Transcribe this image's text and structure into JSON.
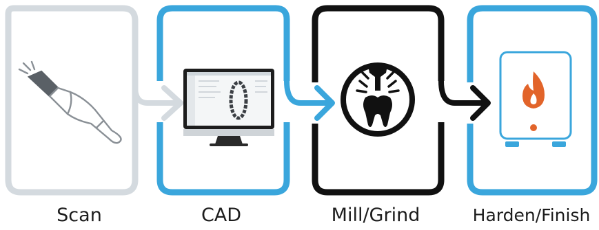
{
  "steps": [
    {
      "label": "Scan",
      "icon": "intraoral-scanner-icon",
      "color": "#d4dadf"
    },
    {
      "label": "CAD",
      "icon": "computer-monitor-icon",
      "color": "#3aa6dc"
    },
    {
      "label": "Mill/Grind",
      "icon": "milling-tooth-icon",
      "color": "#111111"
    },
    {
      "label": "Harden/Finish",
      "icon": "sintering-furnace-icon",
      "color": "#3aa6dc"
    }
  ],
  "colors": {
    "scan_frame": "#d4dadf",
    "cad_frame": "#3aa6dc",
    "mill_frame": "#111111",
    "finish_frame": "#3aa6dc",
    "flame": "#e2642a"
  }
}
